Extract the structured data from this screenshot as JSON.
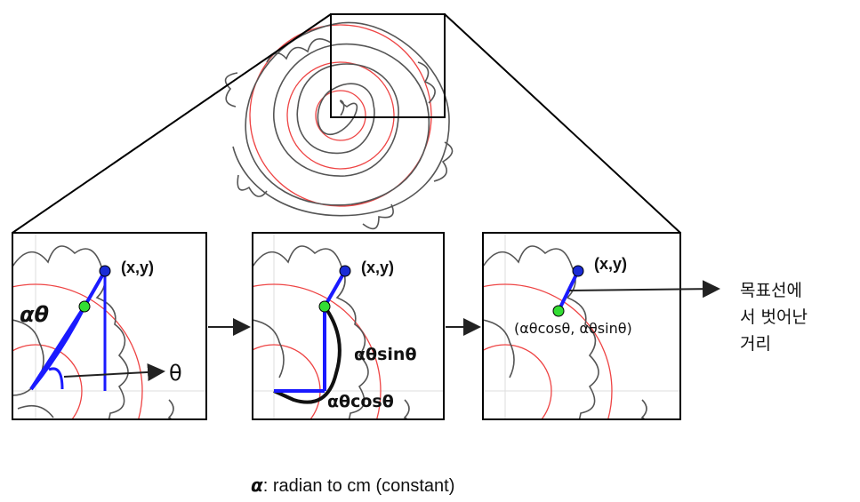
{
  "diagram": {
    "panel1": {
      "point_label": "(x,y)",
      "arc_label": "αθ",
      "angle_label": "θ"
    },
    "panel2": {
      "point_label": "(x,y)",
      "sin_label": "αθsinθ",
      "cos_label": "αθcosθ"
    },
    "panel3": {
      "point_label": "(x,y)",
      "coord_label": "(αθcosθ, αθsinθ)"
    },
    "annotation": {
      "line1": "목표선에",
      "line2": "서 벗어난",
      "line3": "거리"
    },
    "footnote": {
      "symbol": "α",
      "text": ": radian to cm (constant)"
    },
    "colors": {
      "frame": "#000000",
      "spiral_target": "#ee4444",
      "drawn_path": "#333333",
      "vector": "#1a1aff",
      "point_xy": "#1a2bd6",
      "point_target": "#33dd33"
    }
  }
}
